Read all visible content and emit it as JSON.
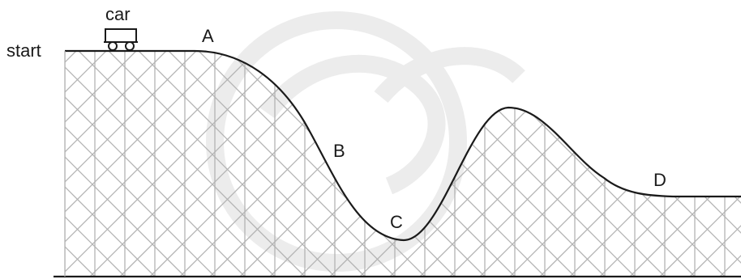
{
  "labels": {
    "start": "start",
    "car": "car",
    "point_a": "A",
    "point_b": "B",
    "point_c": "C",
    "point_d": "D"
  },
  "colors": {
    "track": "#1a1a1a",
    "lattice": "#b3b3b3",
    "watermark": "#ececec",
    "text": "#1a1a1a"
  }
}
